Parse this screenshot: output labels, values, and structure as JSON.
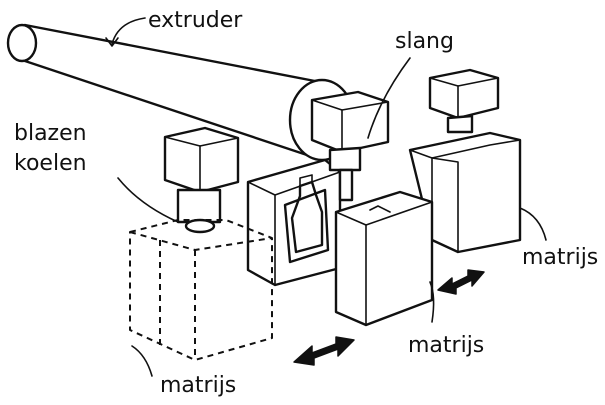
{
  "labels": {
    "extruder": "extruder",
    "slang": "slang",
    "blazen": "blazen",
    "koelen": "koelen",
    "matrijs_right": "matrijs",
    "matrijs_middle": "matrijs",
    "matrijs_left": "matrijs"
  },
  "colors": {
    "ink": "#111111",
    "paper": "#ffffff"
  }
}
